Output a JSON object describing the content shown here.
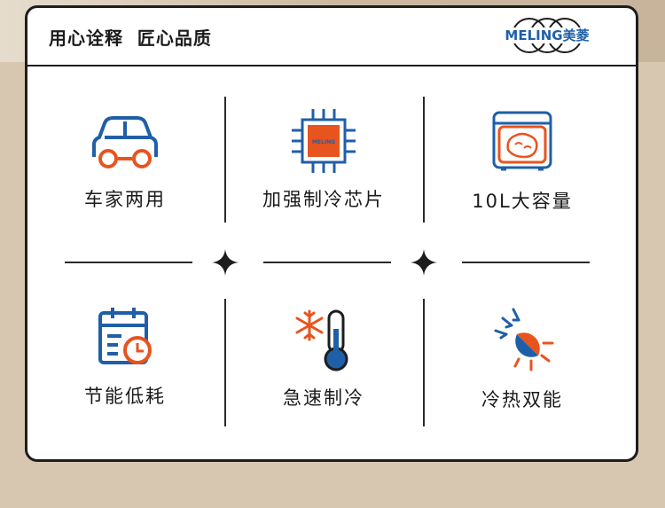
{
  "header": {
    "title": "用心诠释  匠心品质"
  },
  "logo": {
    "text": "MELING美菱"
  },
  "features": [
    {
      "label": "车家两用",
      "icon": "car-icon"
    },
    {
      "label": "加强制冷芯片",
      "icon": "chip-icon"
    },
    {
      "label": "10L大容量",
      "icon": "fridge-capacity-icon"
    },
    {
      "label": "节能低耗",
      "icon": "calendar-clock-icon"
    },
    {
      "label": "急速制冷",
      "icon": "snowflake-thermometer-icon"
    },
    {
      "label": "冷热双能",
      "icon": "hot-cold-icon"
    }
  ],
  "chip_text": "MELING",
  "colors": {
    "blue": "#1f5fa8",
    "orange": "#e8541e",
    "dark": "#1d1d1d"
  }
}
